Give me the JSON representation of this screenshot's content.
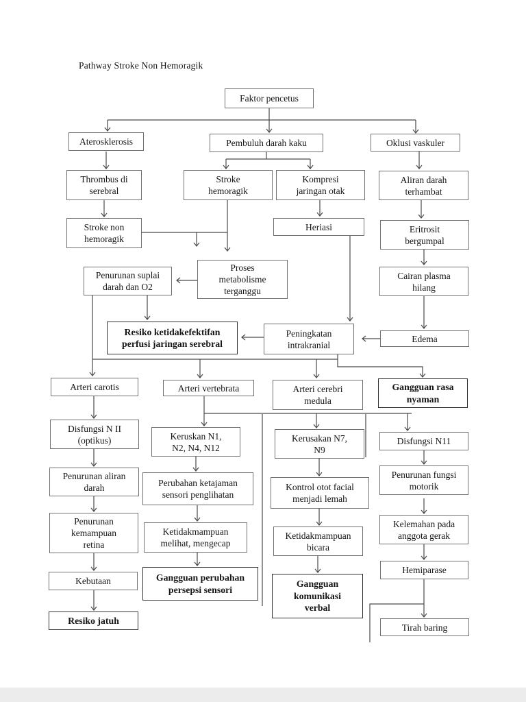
{
  "title": "Pathway Stroke Non Hemoragik",
  "colors": {
    "line": "#4a4a4a",
    "box_border": "#6f6f6f",
    "emphasis_border": "#2f2f2f",
    "background": "#ffffff"
  },
  "nodes": {
    "faktor-pencetus": "Faktor pencetus",
    "aterosklerosis": "Aterosklerosis",
    "pembuluh-darah-kaku": "Pembuluh darah kaku",
    "oklusi-vaskuler": "Oklusi vaskuler",
    "thrombus-di-serebral": "Thrombus di serebral",
    "stroke-hemoragik": "Stroke hemoragik",
    "kompresi-jaringan-otak": "Kompresi jaringan otak",
    "aliran-darah-terhambat": "Aliran darah terhambat",
    "stroke-non-hemoragik": "Stroke non hemoragik",
    "heriasi": "Heriasi",
    "eritrosit-bergumpal": "Eritrosit bergumpal",
    "penurunan-suplai": "Penurunan suplai darah dan O2",
    "proses-metabolisme": "Proses metabolisme terganggu",
    "cairan-plasma-hilang": "Cairan plasma hilang",
    "resiko-ketidakefektifan": "Resiko ketidakefektifan perfusi jaringan serebral",
    "peningkatan-intrakranial": "Peningkatan intrakranial",
    "edema": "Edema",
    "arteri-carotis": "Arteri carotis",
    "arteri-vertebrata": "Arteri vertebrata",
    "arteri-cerebri-medula": "Arteri cerebri medula",
    "gangguan-rasa-nyaman": "Gangguan rasa nyaman",
    "disfungsi-n2": "Disfungsi N II (optikus)",
    "keruskan-n1": "Keruskan N1, N2, N4, N12",
    "kerusakan-n7": "Kerusakan N7, N9",
    "disfungsi-n11": "Disfungsi N11",
    "penurunan-aliran-darah": "Penurunan aliran darah",
    "perubahan-ketajaman": "Perubahan ketajaman sensori penglihatan",
    "kontrol-otot-facial": "Kontrol otot facial menjadi lemah",
    "penurunan-fungsi-motorik": "Penurunan fungsi motorik",
    "penurunan-kemampuan-retina": "Penurunan kemampuan retina",
    "ketidakmampuan-melihat": "Ketidakmampuan melihat, mengecap",
    "ketidakmampuan-bicara": "Ketidakmampuan bicara",
    "kelemahan-anggota-gerak": "Kelemahan pada anggota gerak",
    "hemiparase": "Hemiparase",
    "kebutaan": "Kebutaan",
    "gangguan-perubahan-persepsi": "Gangguan perubahan persepsi sensori",
    "gangguan-komunikasi-verbal": "Gangguan komunikasi verbal",
    "resiko-jatuh": "Resiko jatuh",
    "tirah-baring": "Tirah baring"
  }
}
